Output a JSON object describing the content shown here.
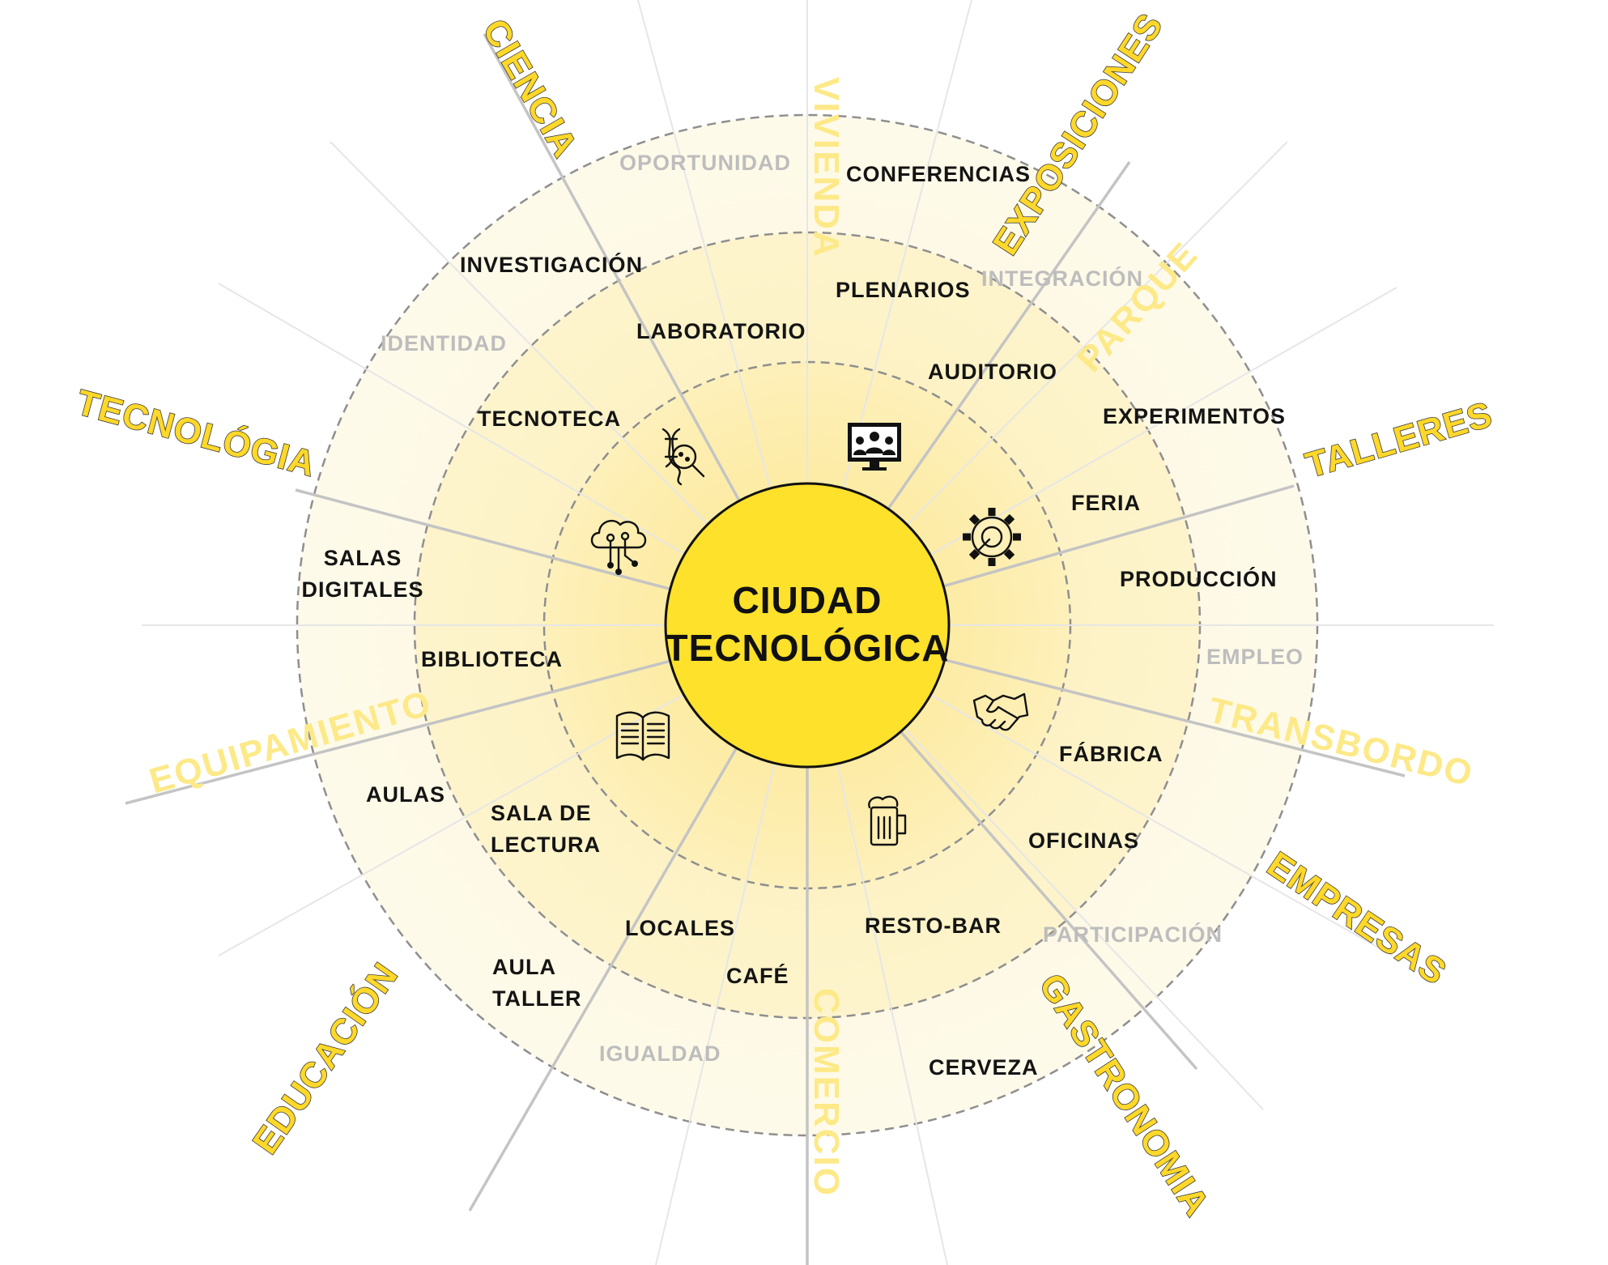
{
  "center": {
    "line1": "CIUDAD",
    "line2": "TECNOLÓGICA"
  },
  "categories": [
    {
      "text": "CIENCIA",
      "style": "bold"
    },
    {
      "text": "VIVIENDA",
      "style": "faint"
    },
    {
      "text": "EXPOSICIONES",
      "style": "bold"
    },
    {
      "text": "PARQUE",
      "style": "faint"
    },
    {
      "text": "TALLERES",
      "style": "bold"
    },
    {
      "text": "TRANSBORDO",
      "style": "faint"
    },
    {
      "text": "EMPRESAS",
      "style": "bold"
    },
    {
      "text": "GASTRONOMIA",
      "style": "bold"
    },
    {
      "text": "COMERCIO",
      "style": "faint"
    },
    {
      "text": "EDUCACIÓN",
      "style": "bold"
    },
    {
      "text": "EQUIPAMIENTO",
      "style": "faint"
    },
    {
      "text": "TECNOLÓGIA",
      "style": "bold"
    }
  ],
  "values": [
    "OPORTUNIDAD",
    "INTEGRACIÓN",
    "IDENTIDAD",
    "EMPLEO",
    "PARTICIPACIÓN",
    "IGUALDAD"
  ],
  "items": {
    "conferencias": "CONFERENCIAS",
    "investigacion": "INVESTIGACIÓN",
    "laboratorio": "LABORATORIO",
    "plenarios": "PLENARIOS",
    "auditorio": "AUDITORIO",
    "experimentos": "EXPERIMENTOS",
    "tecnoteca": "TECNOTECA",
    "feria": "FERIA",
    "salas_1": "SALAS",
    "salas_2": "DIGITALES",
    "produccion": "PRODUCCIÓN",
    "biblioteca": "BIBLIOTECA",
    "fabrica": "FÁBRICA",
    "aulas": "AULAS",
    "sala_lectura_1": "SALA DE",
    "sala_lectura_2": "LECTURA",
    "oficinas": "OFICINAS",
    "locales": "LOCALES",
    "resto_bar": "RESTO-BAR",
    "cafe": "CAFÉ",
    "aula_taller_1": "AULA",
    "aula_taller_2": "TALLER",
    "cerveza": "CERVEZA"
  },
  "icons": [
    "dna-research-icon",
    "conference-screen-icon",
    "gear-wrench-icon",
    "cloud-circuit-icon",
    "handshake-icon",
    "open-book-icon",
    "beer-mug-icon"
  ],
  "colors": {
    "center": "#fde12a",
    "ring_inner": "#fdf0ba",
    "ring_mid": "#fdf4cd",
    "ring_outer": "#fefaea",
    "category": "#ffd829"
  }
}
